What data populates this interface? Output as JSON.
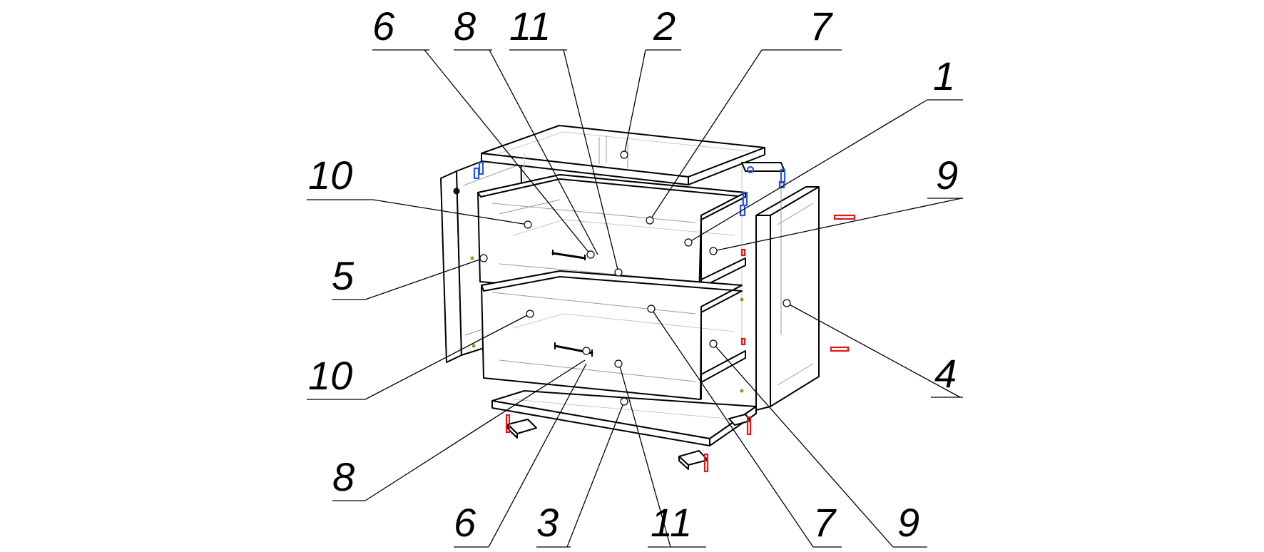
{
  "callouts": [
    {
      "id": "c6-top",
      "label": "6"
    },
    {
      "id": "c8-top",
      "label": "8"
    },
    {
      "id": "c11-top",
      "label": "11"
    },
    {
      "id": "c2",
      "label": "2"
    },
    {
      "id": "c7-top",
      "label": "7"
    },
    {
      "id": "c1",
      "label": "1"
    },
    {
      "id": "c10-upper",
      "label": "10"
    },
    {
      "id": "c9-upper",
      "label": "9"
    },
    {
      "id": "c5",
      "label": "5"
    },
    {
      "id": "c10-lower",
      "label": "10"
    },
    {
      "id": "c4",
      "label": "4"
    },
    {
      "id": "c8-bottom",
      "label": "8"
    },
    {
      "id": "c6-bottom",
      "label": "6"
    },
    {
      "id": "c3",
      "label": "3"
    },
    {
      "id": "c11-bottom",
      "label": "11"
    },
    {
      "id": "c7-bottom",
      "label": "7"
    },
    {
      "id": "c9-bottom",
      "label": "9"
    }
  ],
  "colors": {
    "line": "#000000",
    "fastener_blue": "#2a55e0",
    "fastener_red": "#e01818",
    "dowel_green": "#8da000"
  }
}
